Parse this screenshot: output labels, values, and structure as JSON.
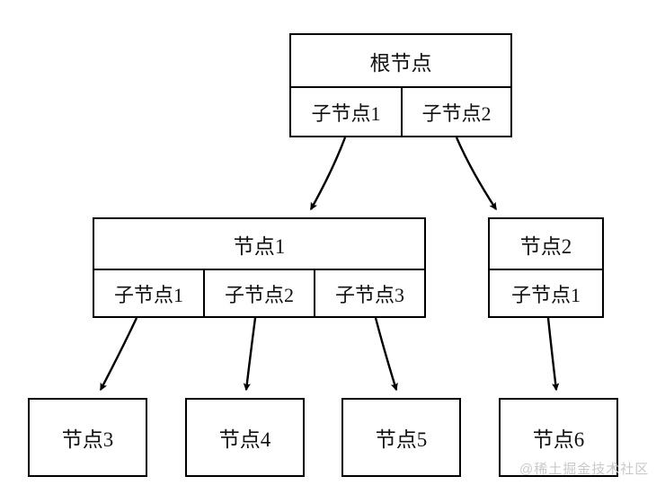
{
  "diagram": {
    "type": "tree-diagram",
    "background_color": "#ffffff",
    "stroke_color": "#000000",
    "text_color": "#111111",
    "root": {
      "header_label": "根节点",
      "children": [
        {
          "label": "子节点1"
        },
        {
          "label": "子节点2"
        }
      ]
    },
    "level2": [
      {
        "header_label": "节点1",
        "children": [
          {
            "label": "子节点1"
          },
          {
            "label": "子节点2"
          },
          {
            "label": "子节点3"
          }
        ]
      },
      {
        "header_label": "节点2",
        "children": [
          {
            "label": "子节点1"
          }
        ]
      }
    ],
    "leaves": [
      {
        "label": "节点3"
      },
      {
        "label": "节点4"
      },
      {
        "label": "节点5"
      },
      {
        "label": "节点6"
      }
    ],
    "edges": [
      {
        "from": "根节点 / 子节点1",
        "to": "节点1"
      },
      {
        "from": "根节点 / 子节点2",
        "to": "节点2"
      },
      {
        "from": "节点1 / 子节点1",
        "to": "节点3"
      },
      {
        "from": "节点1 / 子节点2",
        "to": "节点4"
      },
      {
        "from": "节点1 / 子节点3",
        "to": "节点5"
      },
      {
        "from": "节点2 / 子节点1",
        "to": "节点6"
      }
    ]
  },
  "watermark": {
    "text": "@稀土掘金技术社区",
    "color": "#c9c9c9"
  }
}
